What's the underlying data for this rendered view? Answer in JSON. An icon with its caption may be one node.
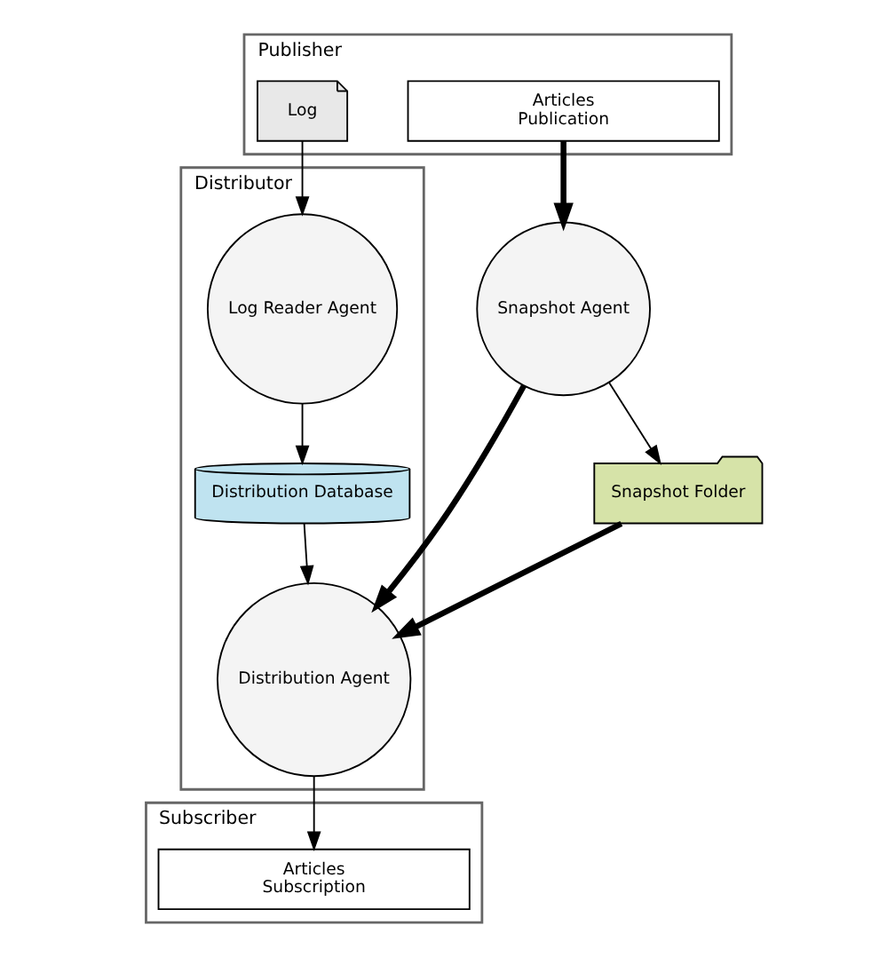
{
  "diagram": {
    "nodes": [
      {
        "text": [
          "Publisher"
        ]
      },
      {
        "text": [
          "Articles",
          "Publication"
        ],
        "in": 0
      },
      {
        "text": [
          "Log"
        ],
        "in": 0
      },
      {
        "text": [
          "Distributor"
        ]
      },
      {
        "text": [
          "Log Reader Agent"
        ],
        "in": 3
      },
      {
        "text": [
          "Distribution Database"
        ],
        "in": 3
      },
      {
        "text": [
          "Distribution Agent"
        ],
        "in": 3
      },
      {
        "text": [
          "Subscriber"
        ]
      },
      {
        "text": [
          "Articles",
          "Subscription"
        ],
        "in": 7
      },
      {
        "text": [
          "Snapshot Agent"
        ]
      },
      {
        "text": [
          "Snapshot Folder"
        ]
      }
    ],
    "edges": [
      {
        "from": 2,
        "to": 4,
        "arrow": "to"
      },
      {
        "from": 4,
        "to": 5,
        "arrow": "to"
      },
      {
        "from": 5,
        "to": 6,
        "arrow": "to"
      },
      {
        "from": 6,
        "to": 8,
        "arrow": "to"
      },
      {
        "from": 1,
        "to": 9,
        "arrow": "to",
        "style": "thick"
      },
      {
        "from": 9,
        "to": 10,
        "arrow": "to"
      },
      {
        "from": 10,
        "to": 6,
        "arrow": "to",
        "style": "thick"
      },
      {
        "from": 9,
        "to": 6,
        "arrow": "to",
        "style": "thick"
      }
    ]
  }
}
